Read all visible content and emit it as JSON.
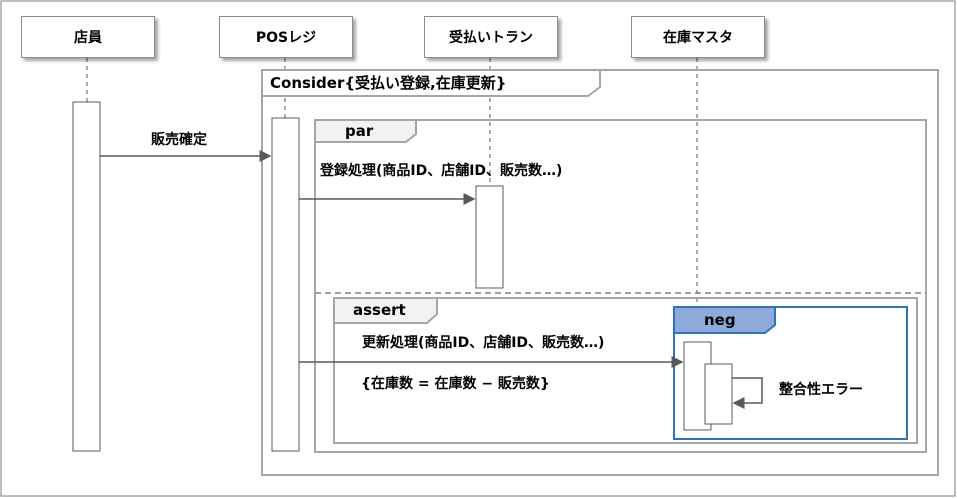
{
  "lifelines": {
    "clerk": "店員",
    "pos": "POSレジ",
    "receipt": "受払いトラン",
    "stock": "在庫マスタ"
  },
  "fragments": {
    "consider": "Consider{受払い登録,在庫更新}",
    "par": "par",
    "assert": "assert",
    "neg": "neg"
  },
  "messages": {
    "sale_confirm": "販売確定",
    "register": "登録処理(商品ID、店舗ID、販売数…)",
    "update": "更新処理(商品ID、店舗ID、販売数…)",
    "constraint": "{在庫数 = 在庫数 − 販売数}",
    "integrity_error": "整合性エラー"
  },
  "colors": {
    "frame_gray": "#a6a6a6",
    "neg_border": "#2e75b6",
    "neg_fill": "#8eaadb",
    "line": "#595959"
  }
}
